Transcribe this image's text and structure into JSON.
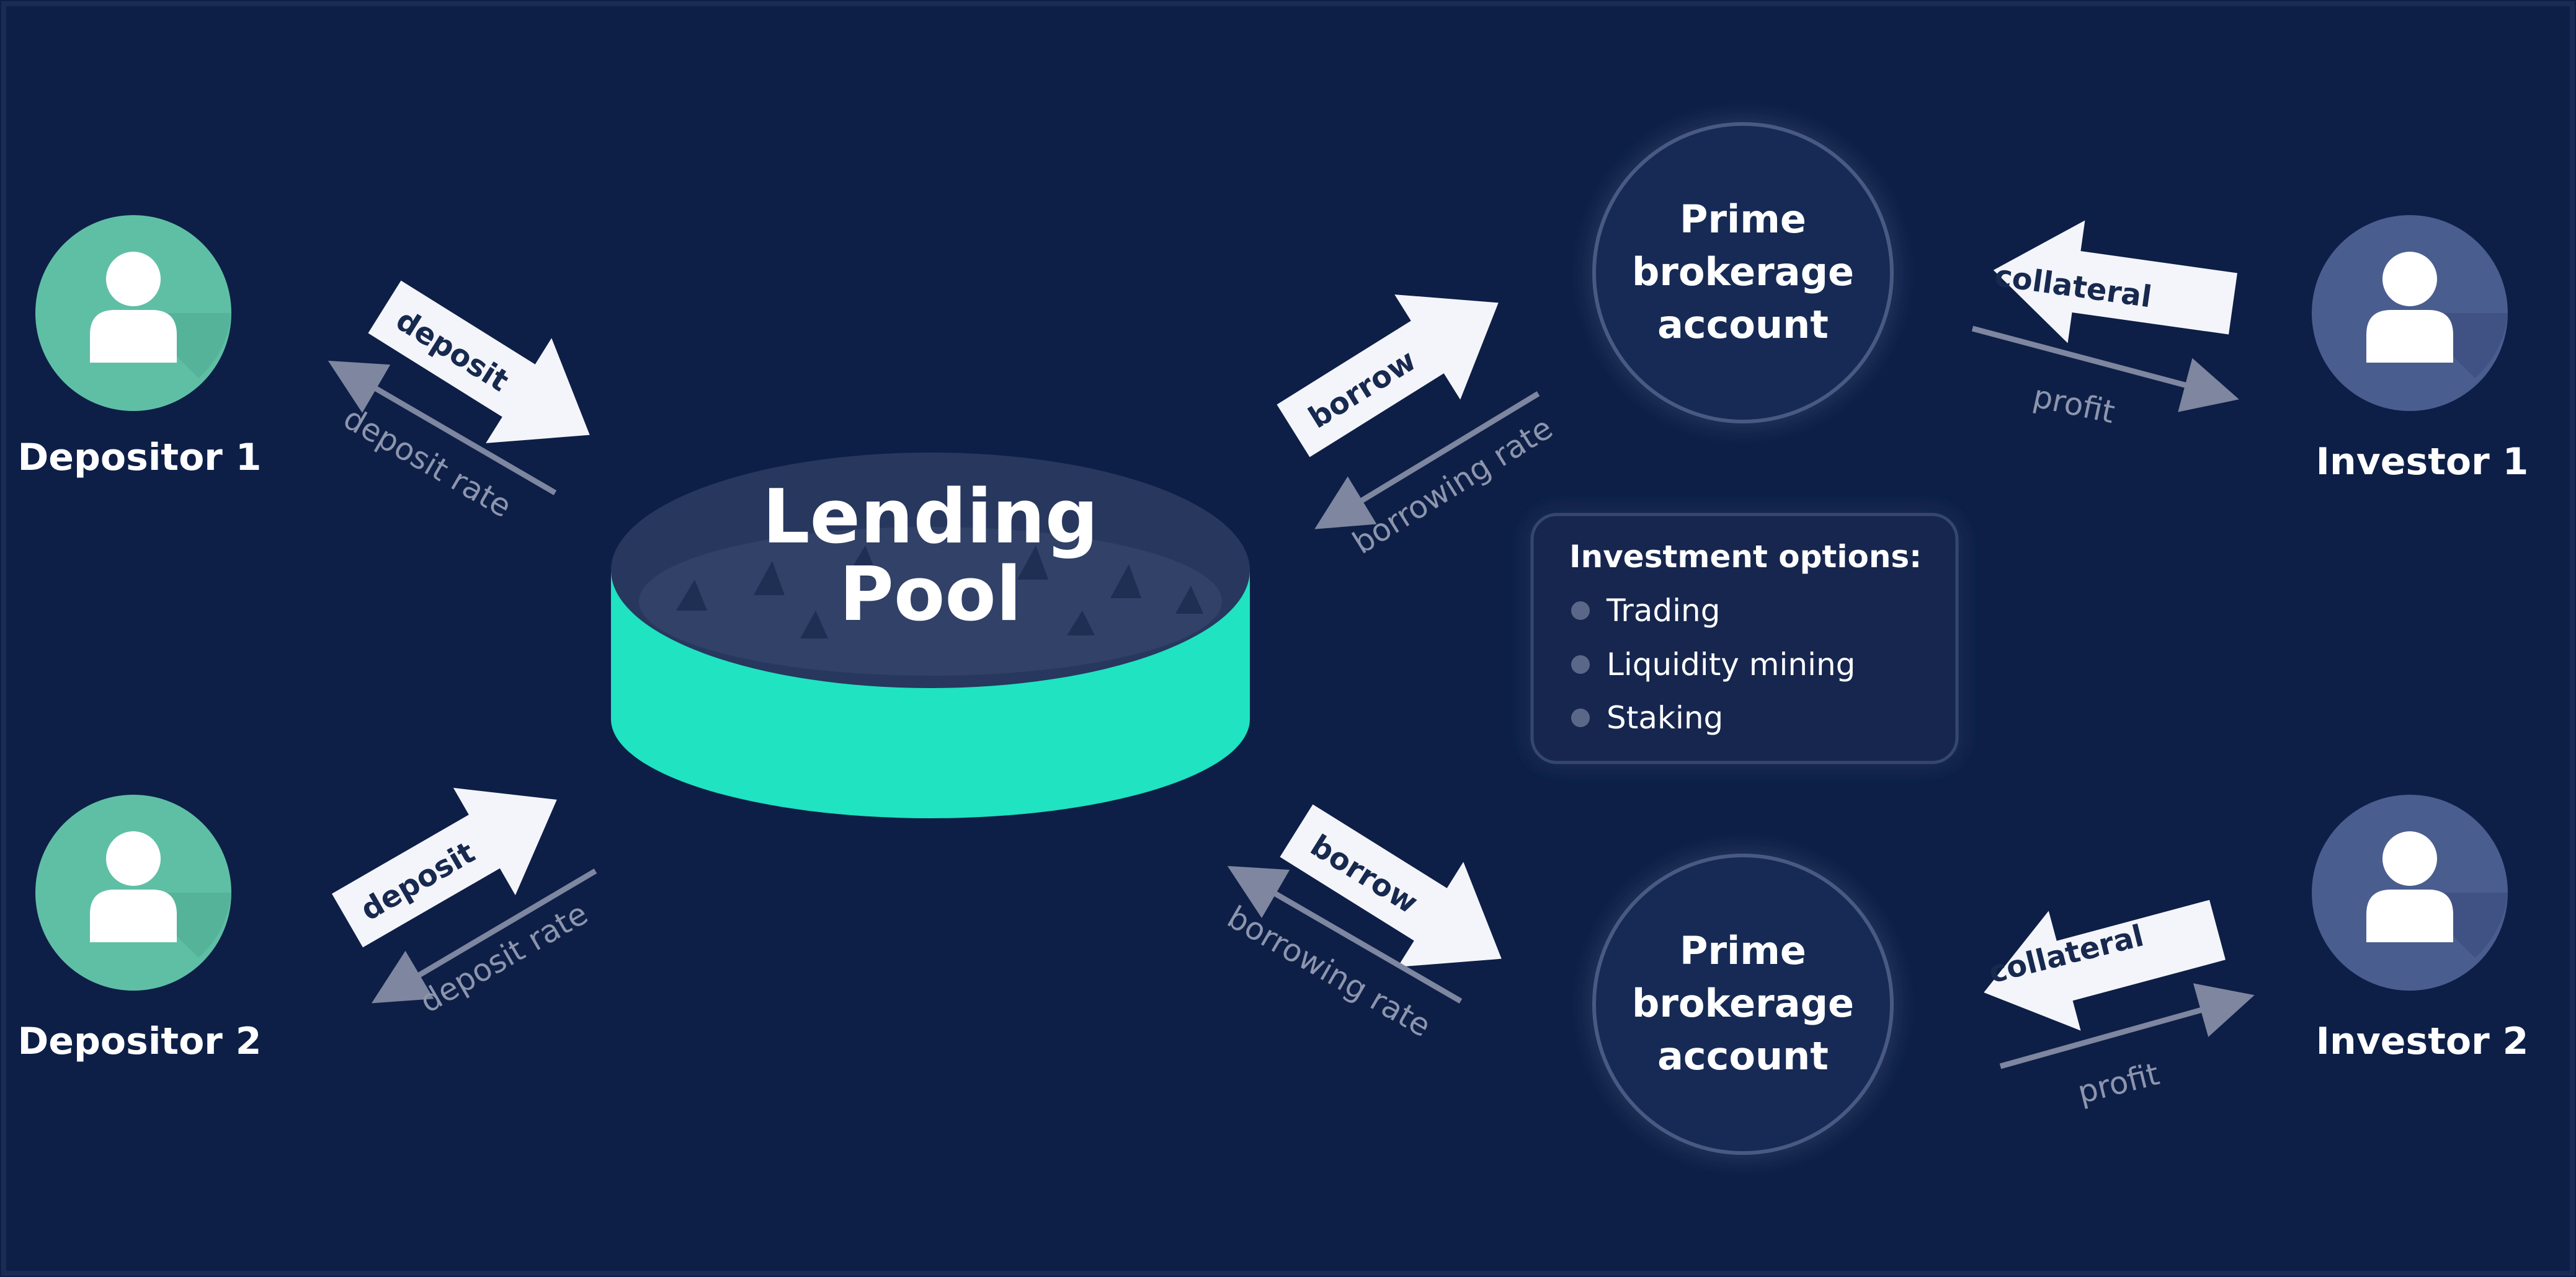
{
  "colors": {
    "background": "#0d1f47",
    "depositor_circle": "#5fbfa5",
    "investor_circle": "#4a5d8f",
    "pool_teal": "#1fe3c1",
    "pool_top": "#27375e",
    "account_circle": "#152a54",
    "arrow_fill": "#f4f5fa",
    "arrow_text": "#17294f",
    "muted_text": "#8d95ad",
    "muted_arrow": "#7e86a0"
  },
  "depositors": [
    {
      "label": "Depositor 1"
    },
    {
      "label": "Depositor 2"
    }
  ],
  "investors": [
    {
      "label": "Investor 1"
    },
    {
      "label": "Investor 2"
    }
  ],
  "pool": {
    "line1": "Lending",
    "line2": "Pool"
  },
  "accounts": [
    {
      "line1": "Prime",
      "line2": "brokerage",
      "line3": "account"
    },
    {
      "line1": "Prime",
      "line2": "brokerage",
      "line3": "account"
    }
  ],
  "flows": {
    "deposit_1": "deposit",
    "deposit_rate_1": "deposit rate",
    "deposit_2": "deposit",
    "deposit_rate_2": "deposit rate",
    "borrow_1": "borrow",
    "borrowing_rate_1": "borrowing rate",
    "borrow_2": "borrow",
    "borrowing_rate_2": "borrowing rate",
    "collateral_1": "collateral",
    "profit_1": "profit",
    "collateral_2": "collateral",
    "profit_2": "profit"
  },
  "investment_options": {
    "title": "Investment options:",
    "items": [
      "Trading",
      "Liquidity mining",
      "Staking"
    ]
  },
  "icons": {
    "person": "person-icon"
  }
}
